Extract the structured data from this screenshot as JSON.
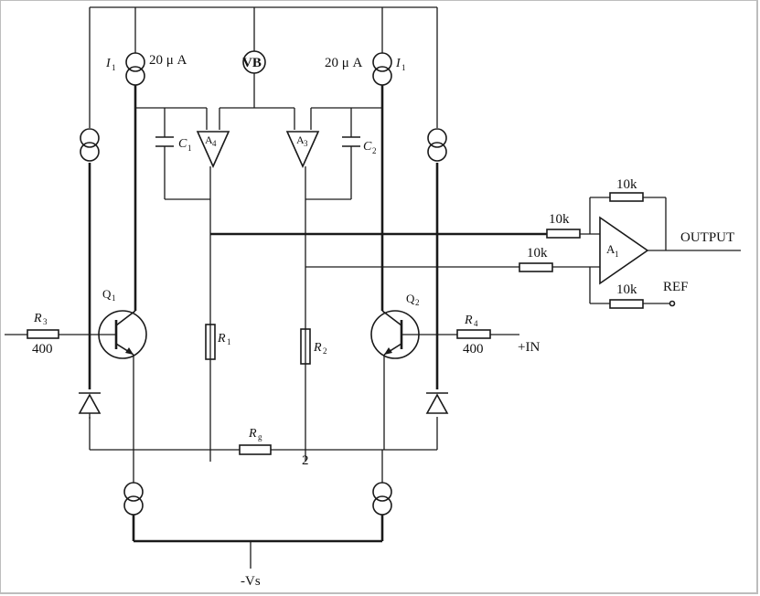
{
  "labels": {
    "i1_value": "20 μ A",
    "i2_value": "20 μ A",
    "vb": "VB",
    "i1": "I",
    "i1_sub": "1",
    "i2": "I",
    "i2_sub": "1",
    "c1": "C",
    "c1_sub": "1",
    "c2": "C",
    "c2_sub": "2",
    "a4": "A",
    "a4_sub": "4",
    "a3": "A",
    "a3_sub": "3",
    "a1": "A",
    "a1_sub": "1",
    "q1": "Q",
    "q1_sub": "1",
    "q2": "Q",
    "q2_sub": "2",
    "r3": "R",
    "r3_sub": "3",
    "r3_value": "400",
    "r4": "R",
    "r4_sub": "4",
    "r4_value": "400",
    "r1": "R",
    "r1_sub": "1",
    "r2": "R",
    "r2_sub": "2",
    "rg": "R",
    "rg_sub": "g",
    "node2": "2",
    "res_10k_top": "10k",
    "res_10k_in1": "10k",
    "res_10k_in2": "10k",
    "res_10k_ref": "10k",
    "output": "OUTPUT",
    "ref": "REF",
    "plus_in": "+IN",
    "minus_vs": "-Vs"
  }
}
